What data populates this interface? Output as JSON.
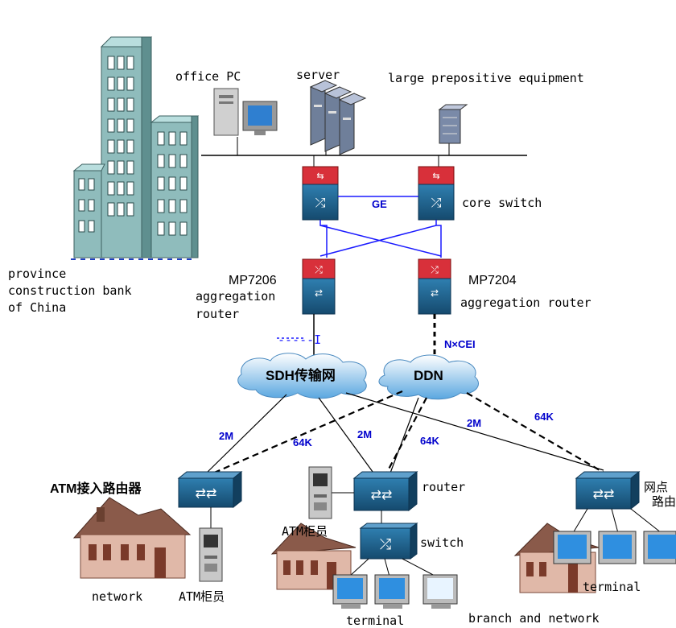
{
  "labels": {
    "office_pc": "office PC",
    "server": "server",
    "large_equipment": "large prepositive equipment",
    "core_switch": "core switch",
    "ge": "GE",
    "province_line1": "province",
    "province_line2": "construction bank",
    "province_line3": "of China",
    "mp7206_model": "MP7206",
    "mp7206_line1": "aggregation",
    "mp7206_line2": "router",
    "mp7204_model": "MP7204",
    "mp7204_desc": "aggregation router",
    "left_link": "-----I",
    "nxcei": "N×CEI",
    "sdh_cloud": "SDH传输网",
    "ddn_cloud": "DDN",
    "bw_2m_a": "2M",
    "bw_64k_a": "64K",
    "bw_2m_b": "2M",
    "bw_64k_b": "64K",
    "bw_2m_c": "2M",
    "bw_64k_c": "64K",
    "atm_router": "ATM接入路由器",
    "router": "router",
    "switch": "switch",
    "atm_teller_mid": "ATM柜员",
    "atm_teller_left": "ATM柜员",
    "network": "network",
    "terminal_mid": "terminal",
    "terminal_right": "terminal",
    "branch_network": "branch and network",
    "right_router_line1": "网点",
    "right_router_line2": "路由"
  },
  "colors": {
    "link_blue": "#1a1aff",
    "device_red": "#d8303a",
    "device_blue": "#1f5f86",
    "building": "#8fbcbc"
  }
}
